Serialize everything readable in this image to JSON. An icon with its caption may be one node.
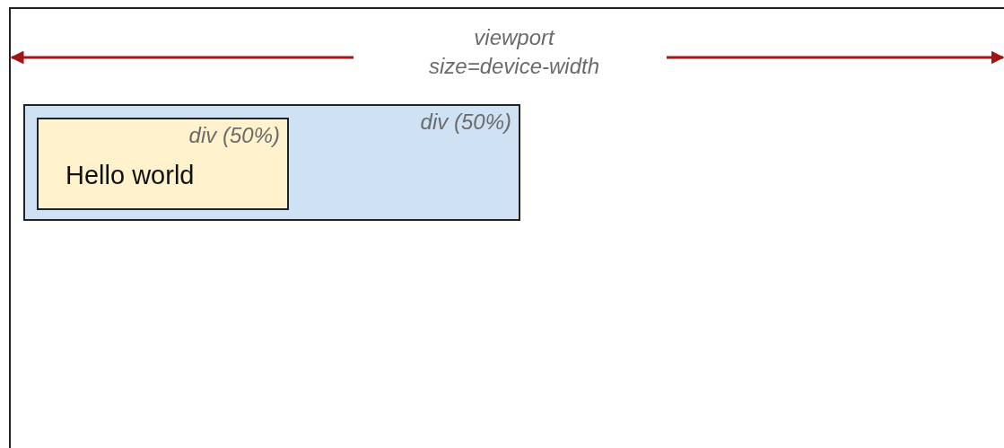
{
  "diagram": {
    "nodes": [
      {
        "text": [
          "viewport size=device-width"
        ]
      },
      {
        "text": [
          "div (50%)"
        ],
        "in": 0
      },
      {
        "text": [
          "div (50%)",
          "Hello world"
        ],
        "in": 1
      }
    ]
  }
}
